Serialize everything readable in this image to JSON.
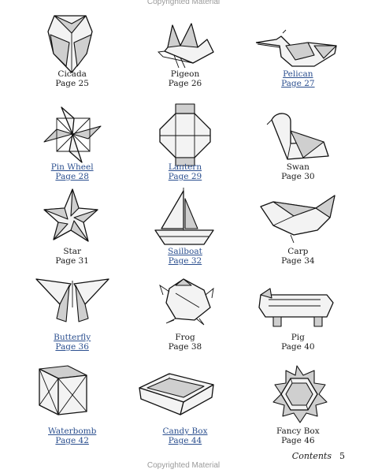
{
  "watermark": {
    "top": "Copyrighted Material",
    "bottom": "Copyrighted Material"
  },
  "models": [
    {
      "name": "Cicada",
      "page": "Page 25",
      "linked": false,
      "icon": "cicada-icon"
    },
    {
      "name": "Pigeon",
      "page": "Page 26",
      "linked": false,
      "icon": "pigeon-icon"
    },
    {
      "name": "Pelican",
      "page": "Page 27",
      "linked": true,
      "icon": "pelican-icon"
    },
    {
      "name": "Pin Wheel",
      "page": "Page 28",
      "linked": true,
      "icon": "pinwheel-icon"
    },
    {
      "name": "Lantern",
      "page": "Page 29",
      "linked": true,
      "icon": "lantern-icon"
    },
    {
      "name": "Swan",
      "page": "Page 30",
      "linked": false,
      "icon": "swan-icon"
    },
    {
      "name": "Star",
      "page": "Page 31",
      "linked": false,
      "icon": "star-icon"
    },
    {
      "name": "Sailboat",
      "page": "Page 32",
      "linked": true,
      "icon": "sailboat-icon"
    },
    {
      "name": "Carp",
      "page": "Page 34",
      "linked": false,
      "icon": "carp-icon"
    },
    {
      "name": "Butterfly",
      "page": "Page 36",
      "linked": true,
      "icon": "butterfly-icon"
    },
    {
      "name": "Frog",
      "page": "Page 38",
      "linked": false,
      "icon": "frog-icon"
    },
    {
      "name": "Pig",
      "page": "Page 40",
      "linked": false,
      "icon": "pig-icon"
    },
    {
      "name": "Waterbomb",
      "page": "Page 42",
      "linked": true,
      "icon": "waterbomb-icon"
    },
    {
      "name": "Candy Box",
      "page": "Page 44",
      "linked": true,
      "icon": "candy-box-icon"
    },
    {
      "name": "Fancy Box",
      "page": "Page 46",
      "linked": false,
      "icon": "fancy-box-icon"
    }
  ],
  "footer": {
    "section": "Contents",
    "page_number": "5"
  },
  "colors": {
    "link": "#2b4f8f",
    "paper_fill": "#f3f3f3",
    "shade_fill": "#cfcfcf"
  }
}
